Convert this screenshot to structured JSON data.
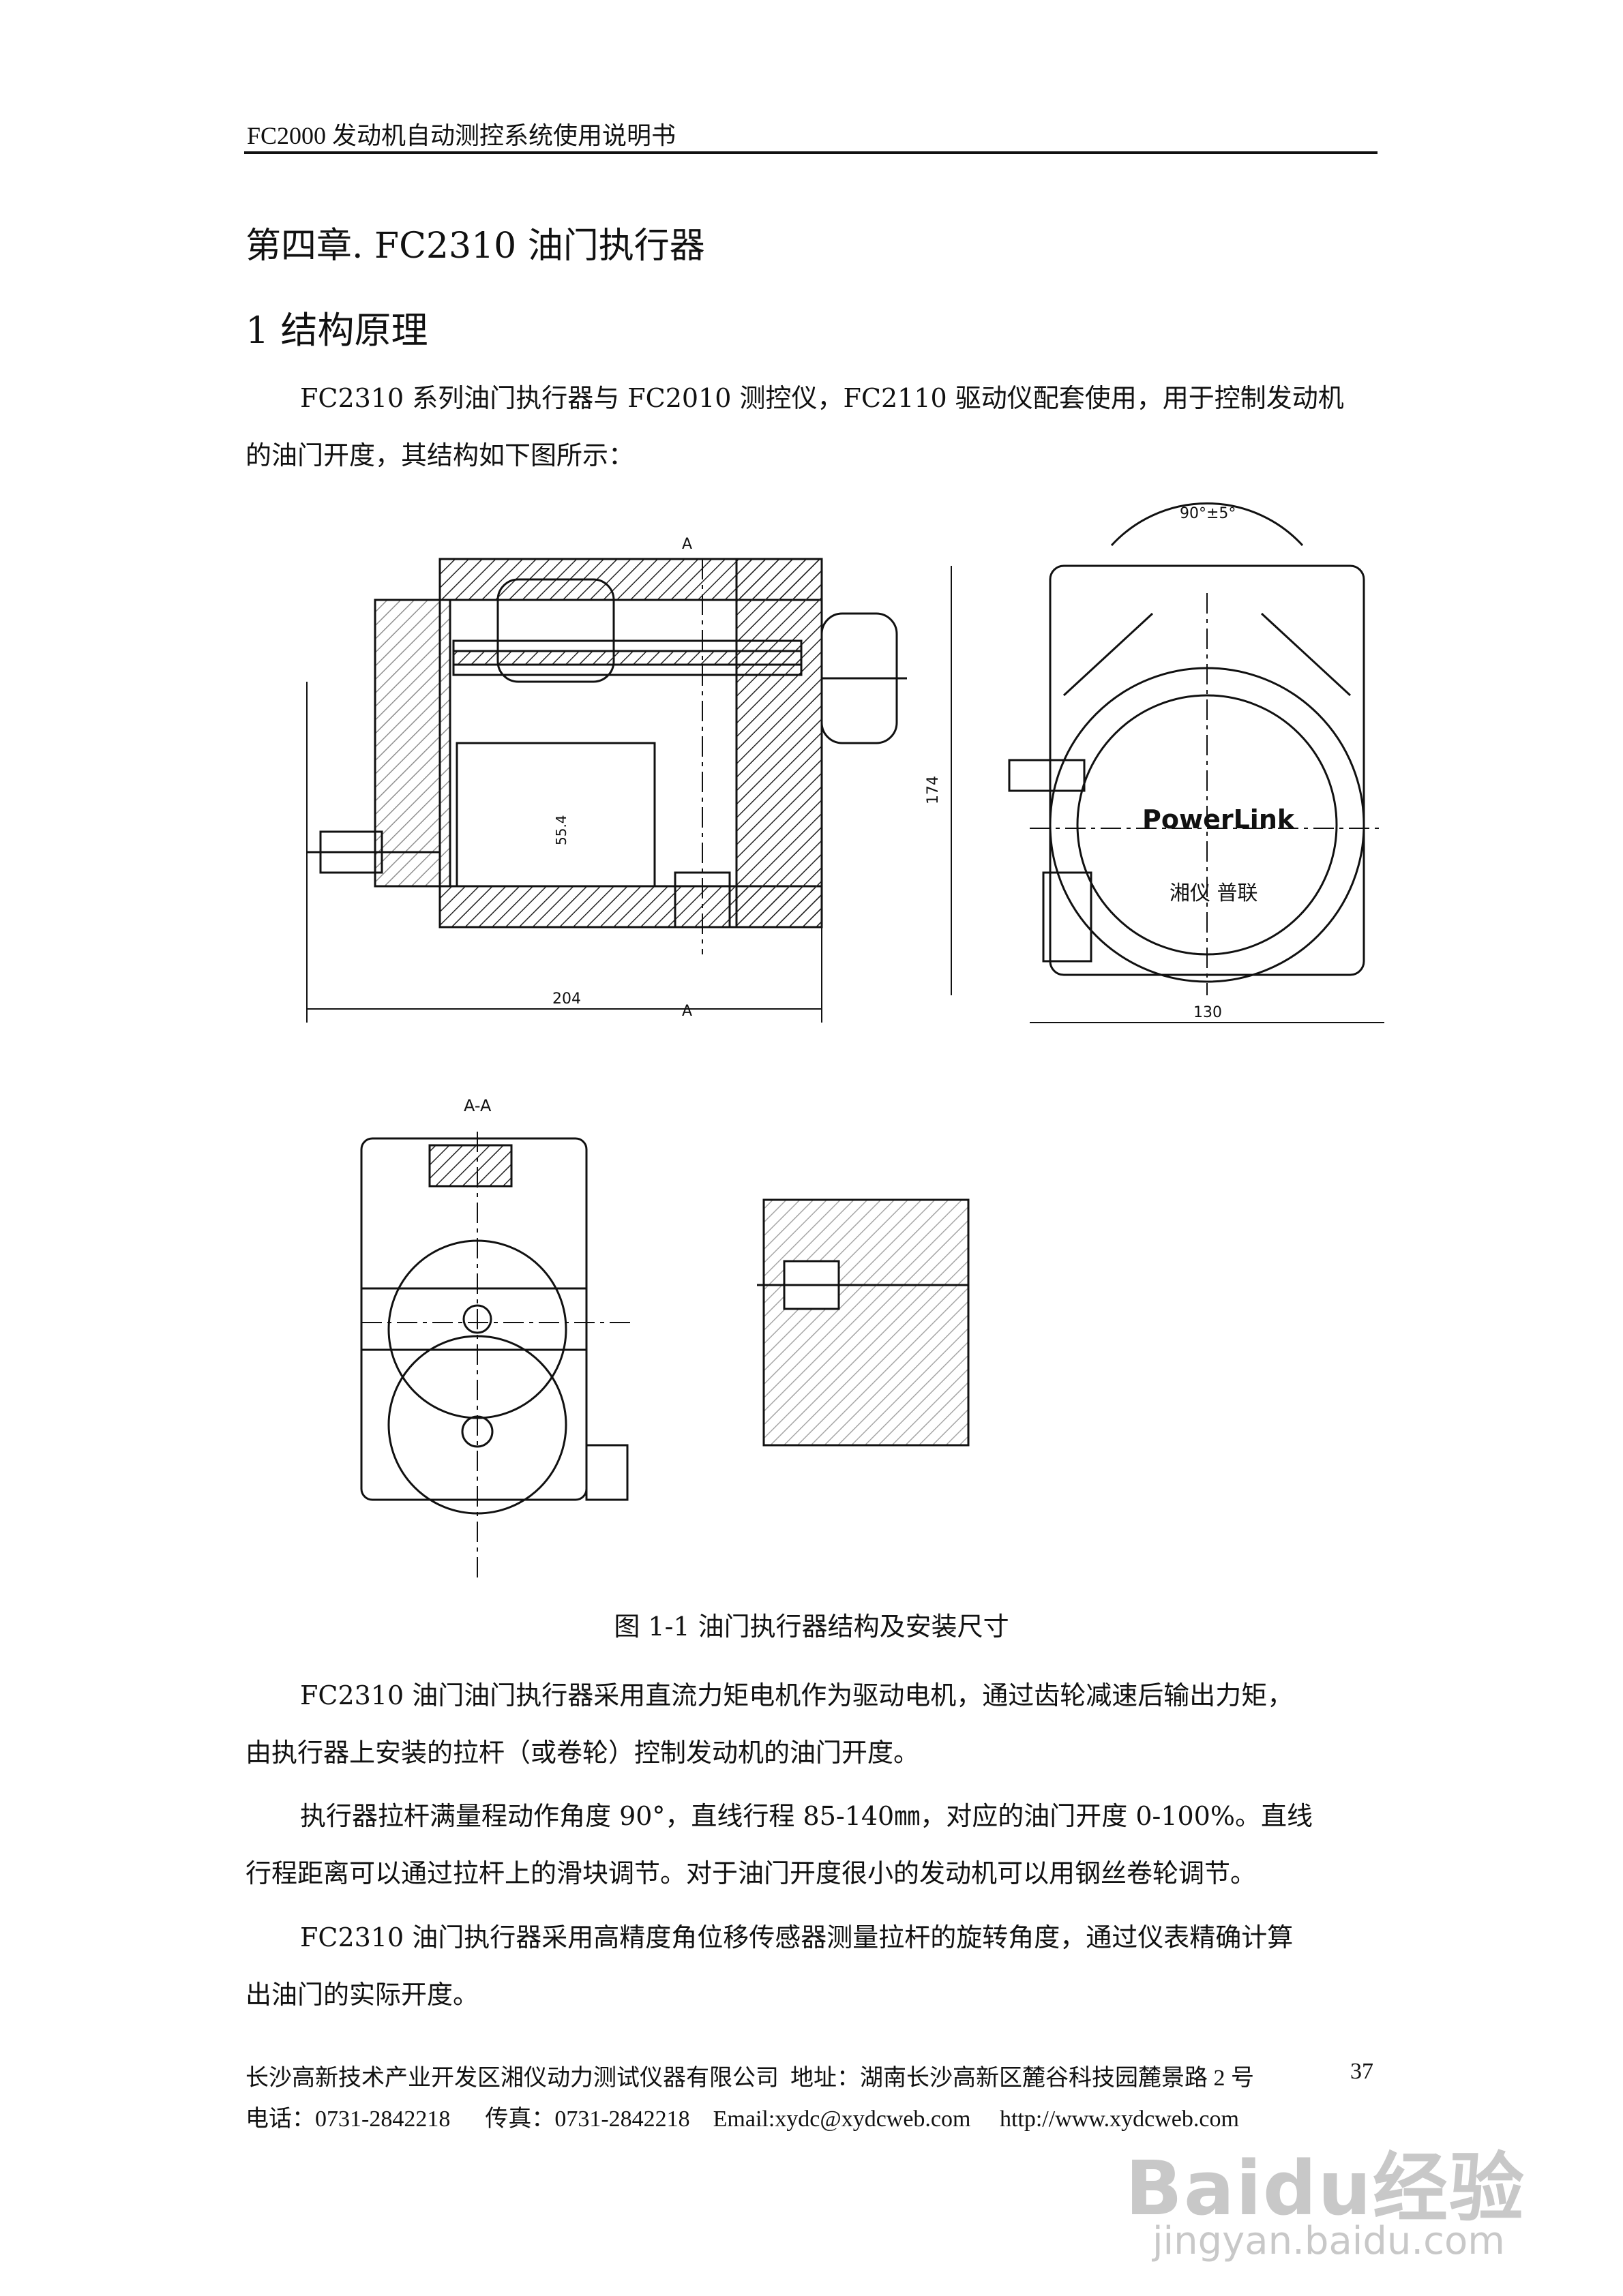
{
  "header": {
    "title": "FC2000 发动机自动测控系统使用说明书"
  },
  "chapter": {
    "title": "第四章. FC2310 油门执行器"
  },
  "section": {
    "title": "1 结构原理"
  },
  "intro": {
    "line1": "FC2310 系列油门执行器与 FC2010 测控仪，FC2110 驱动仪配套使用，用于控制发动机",
    "line2": "的油门开度，其结构如下图所示："
  },
  "figure": {
    "dims": {
      "w204": "204",
      "w130": "130",
      "h174": "174",
      "angle": "90°±5°",
      "section": "A-A",
      "secA": "A",
      "d": "55.4"
    },
    "brand": "PowerLink",
    "brand_sub": "湘仪 普联",
    "caption": "图 1-1 油门执行器结构及安装尺寸"
  },
  "body": {
    "p1_line1": "FC2310 油门油门执行器采用直流力矩电机作为驱动电机，通过齿轮减速后输出力矩，",
    "p1_line2": "由执行器上安装的拉杆（或卷轮）控制发动机的油门开度。",
    "p2_line1": "执行器拉杆满量程动作角度 90°，直线行程 85-140㎜，对应的油门开度 0-100%。直线",
    "p2_line2": "行程距离可以通过拉杆上的滑块调节。对于油门开度很小的发动机可以用钢丝卷轮调节。",
    "p3_line1": "FC2310 油门执行器采用高精度角位移传感器测量拉杆的旋转角度，通过仪表精确计算",
    "p3_line2": "出油门的实际开度。"
  },
  "footer": {
    "line1": "长沙高新技术产业开发区湘仪动力测试仪器有限公司  地址：湖南长沙高新区麓谷科技园麓景路 2 号",
    "page": "37",
    "line2": "电话：0731-2842218      传真：0731-2842218    Email:xydc@xydcweb.com     http://www.xydcweb.com"
  },
  "watermark": {
    "brand": "Baidu经验",
    "url": "jingyan.baidu.com"
  }
}
